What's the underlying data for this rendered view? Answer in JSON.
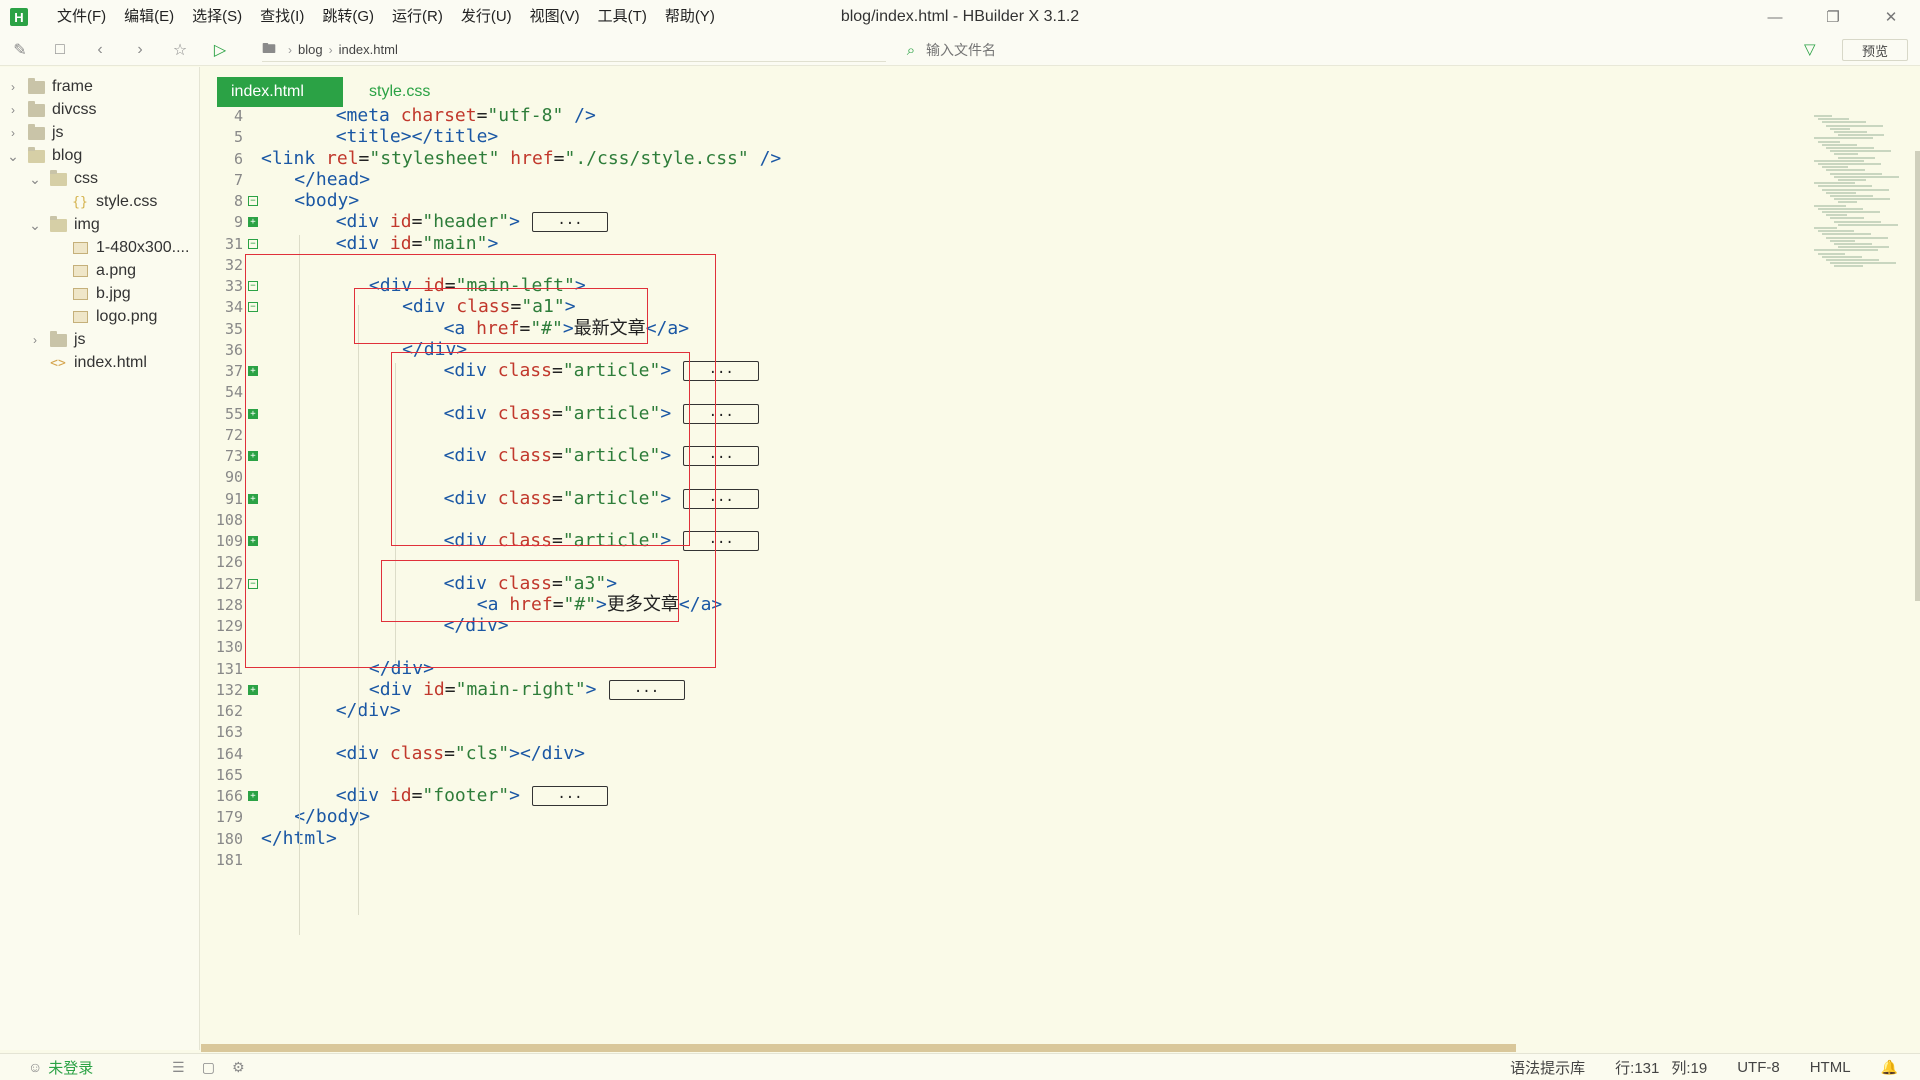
{
  "app": {
    "logo_letter": "H",
    "window_title": "blog/index.html - HBuilder X 3.1.2"
  },
  "menu": [
    {
      "label": "文件(F)"
    },
    {
      "label": "编辑(E)"
    },
    {
      "label": "选择(S)"
    },
    {
      "label": "查找(I)"
    },
    {
      "label": "跳转(G)"
    },
    {
      "label": "运行(R)"
    },
    {
      "label": "发行(U)"
    },
    {
      "label": "视图(V)"
    },
    {
      "label": "工具(T)"
    },
    {
      "label": "帮助(Y)"
    }
  ],
  "toolbar": {
    "path": [
      "blog",
      "index.html"
    ],
    "search_placeholder": "输入文件名",
    "preview_label": "预览"
  },
  "sidebar": {
    "items": [
      {
        "label": "frame",
        "type": "folder",
        "expanded": false
      },
      {
        "label": "divcss",
        "type": "folder",
        "expanded": false
      },
      {
        "label": "js",
        "type": "folder",
        "expanded": false
      },
      {
        "label": "blog",
        "type": "folder",
        "expanded": true
      },
      {
        "label": "css",
        "type": "folder",
        "expanded": true
      },
      {
        "label": "style.css",
        "type": "css"
      },
      {
        "label": "img",
        "type": "folder",
        "expanded": true
      },
      {
        "label": "1-480x300....",
        "type": "image"
      },
      {
        "label": "a.png",
        "type": "image"
      },
      {
        "label": "b.jpg",
        "type": "image"
      },
      {
        "label": "logo.png",
        "type": "image"
      },
      {
        "label": "js",
        "type": "folder",
        "expanded": false
      },
      {
        "label": "index.html",
        "type": "html"
      }
    ]
  },
  "tabs": [
    {
      "label": "index.html",
      "active": true
    },
    {
      "label": "style.css",
      "active": false
    }
  ],
  "code_lines": [
    {
      "num": "4",
      "fold": "",
      "text": "<meta charset=\"utf-8\" />"
    },
    {
      "num": "5",
      "fold": "",
      "text": "<title></title>"
    },
    {
      "num": "6",
      "fold": "",
      "text": "<link rel=\"stylesheet\" href=\"./css/style.css\" />"
    },
    {
      "num": "7",
      "fold": "",
      "text": "</head>"
    },
    {
      "num": "8",
      "fold": "minus",
      "text": "<body>"
    },
    {
      "num": "9",
      "fold": "plus",
      "text": "<div id=\"header\">"
    },
    {
      "num": "31",
      "fold": "minus",
      "text": "<div id=\"main\">"
    },
    {
      "num": "32",
      "fold": "",
      "text": ""
    },
    {
      "num": "33",
      "fold": "minus",
      "text": "<div id=\"main-left\">"
    },
    {
      "num": "34",
      "fold": "minus",
      "text": "<div class=\"a1\">"
    },
    {
      "num": "35",
      "fold": "",
      "text": "<a href=\"#\">最新文章</a>"
    },
    {
      "num": "36",
      "fold": "",
      "text": "</div>"
    },
    {
      "num": "37",
      "fold": "plus",
      "text": "<div class=\"article\">"
    },
    {
      "num": "54",
      "fold": "",
      "text": ""
    },
    {
      "num": "55",
      "fold": "plus",
      "text": "<div class=\"article\">"
    },
    {
      "num": "72",
      "fold": "",
      "text": ""
    },
    {
      "num": "73",
      "fold": "plus",
      "text": "<div class=\"article\">"
    },
    {
      "num": "90",
      "fold": "",
      "text": ""
    },
    {
      "num": "91",
      "fold": "plus",
      "text": "<div class=\"article\">"
    },
    {
      "num": "108",
      "fold": "",
      "text": ""
    },
    {
      "num": "109",
      "fold": "plus",
      "text": "<div class=\"article\">"
    },
    {
      "num": "126",
      "fold": "",
      "text": ""
    },
    {
      "num": "127",
      "fold": "minus",
      "text": "<div class=\"a3\">"
    },
    {
      "num": "128",
      "fold": "",
      "text": "<a href=\"#\">更多文章</a>"
    },
    {
      "num": "129",
      "fold": "",
      "text": "</div>"
    },
    {
      "num": "130",
      "fold": "",
      "text": ""
    },
    {
      "num": "131",
      "fold": "",
      "text": "</div>"
    },
    {
      "num": "132",
      "fold": "plus",
      "text": "<div id=\"main-right\">"
    },
    {
      "num": "162",
      "fold": "",
      "text": "</div>"
    },
    {
      "num": "163",
      "fold": "",
      "text": ""
    },
    {
      "num": "164",
      "fold": "",
      "text": "<div class=\"cls\"></div>"
    },
    {
      "num": "165",
      "fold": "",
      "text": ""
    },
    {
      "num": "166",
      "fold": "plus",
      "text": "<div id=\"footer\">"
    },
    {
      "num": "179",
      "fold": "",
      "text": "</body>"
    },
    {
      "num": "180",
      "fold": "",
      "text": "</html>"
    },
    {
      "num": "181",
      "fold": "",
      "text": ""
    }
  ],
  "collapsed_marker": "...",
  "status": {
    "login": "未登录",
    "syntax_lib": "语法提示库",
    "row": "行:131",
    "col": "列:19",
    "encoding": "UTF-8",
    "language": "HTML"
  },
  "colors": {
    "accent": "#2ba245",
    "highlight_box": "#e0303a",
    "background": "#fafae8"
  }
}
